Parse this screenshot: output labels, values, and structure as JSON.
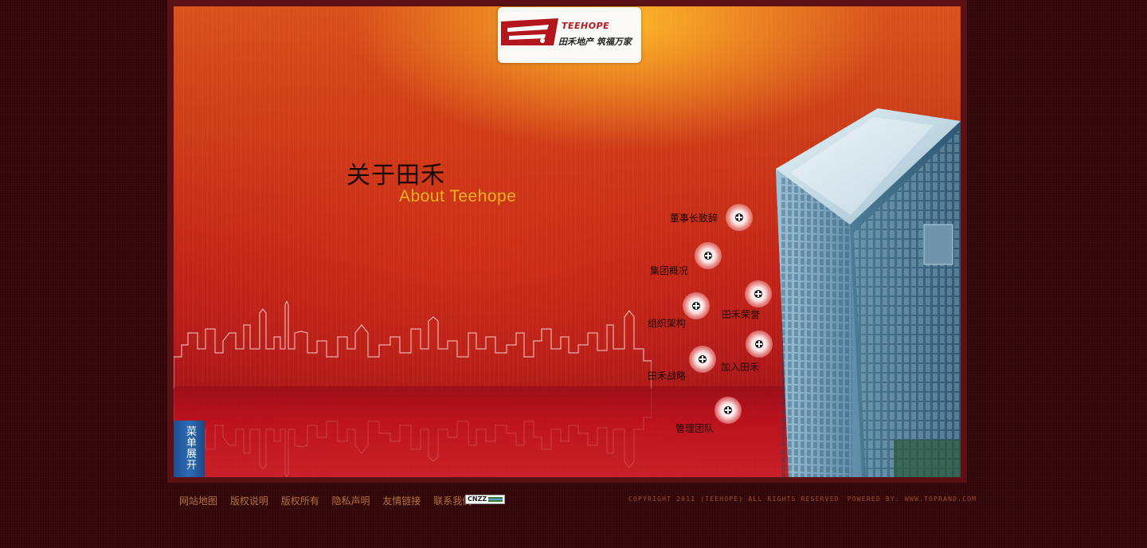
{
  "logo": {
    "brand_en": "TEEHOPE",
    "slogan_cn": "田禾地产 筑福万家"
  },
  "hero": {
    "title_cn": "关于田禾",
    "title_en": "About Teehope"
  },
  "nav": [
    {
      "label": "董事长致辞",
      "icon": "plus-circle-icon"
    },
    {
      "label": "集团概况",
      "icon": "plus-circle-icon"
    },
    {
      "label": "田禾荣誉",
      "icon": "plus-circle-icon"
    },
    {
      "label": "组织架构",
      "icon": "plus-circle-icon"
    },
    {
      "label": "加入田禾",
      "icon": "plus-circle-icon"
    },
    {
      "label": "田禾战略",
      "icon": "plus-circle-icon"
    },
    {
      "label": "管理团队",
      "icon": "plus-circle-icon"
    }
  ],
  "menu_toggle": {
    "label": "菜单展开"
  },
  "footer": {
    "links": [
      "网站地图",
      "版权说明",
      "版权所有",
      "隐私声明",
      "友情链接",
      "联系我们"
    ],
    "badge": "CNZZ",
    "copyright": "COPYRIGHT  2011 (TEEHOPE) ALL RIGHTS RESERVED",
    "powered_by": "POWERED BY: WWW.TOPRAND.COM"
  },
  "colors": {
    "page_bg": "#3a0a0d",
    "brand_red": "#b3161d",
    "title_gold": "#f2b21e",
    "footer_link": "#b5703a",
    "menu_blue": "#2c6bb3"
  }
}
